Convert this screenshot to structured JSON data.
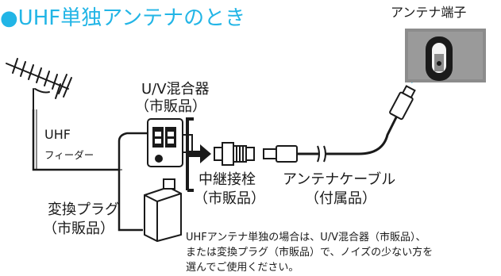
{
  "title": "●UHF単独アンテナのとき",
  "labels": {
    "antenna_terminal": "アンテナ端子",
    "uv_mixer": "U/V混合器",
    "uv_mixer_sub": "（市販品）",
    "uhf": "UHF",
    "feeder": "フィーダー",
    "relay_plug": "中継接栓",
    "relay_plug_sub": "（市販品）",
    "antenna_cable": "アンテナケーブル",
    "antenna_cable_sub": "（付属品）",
    "conversion_plug": "変換プラグ",
    "conversion_plug_sub": "（市販品）"
  },
  "note": [
    "UHFアンテナ単独の場合は、U/V混合器（市販品）、",
    "または変換プラグ（市販品）で、ノイズの少ない方を",
    "選んでご使用ください。"
  ],
  "colors": {
    "accent": "#22b5e6",
    "wall_panel": "#8c8c8c",
    "line": "#1a1a1a",
    "signal": "#22b5e6"
  }
}
